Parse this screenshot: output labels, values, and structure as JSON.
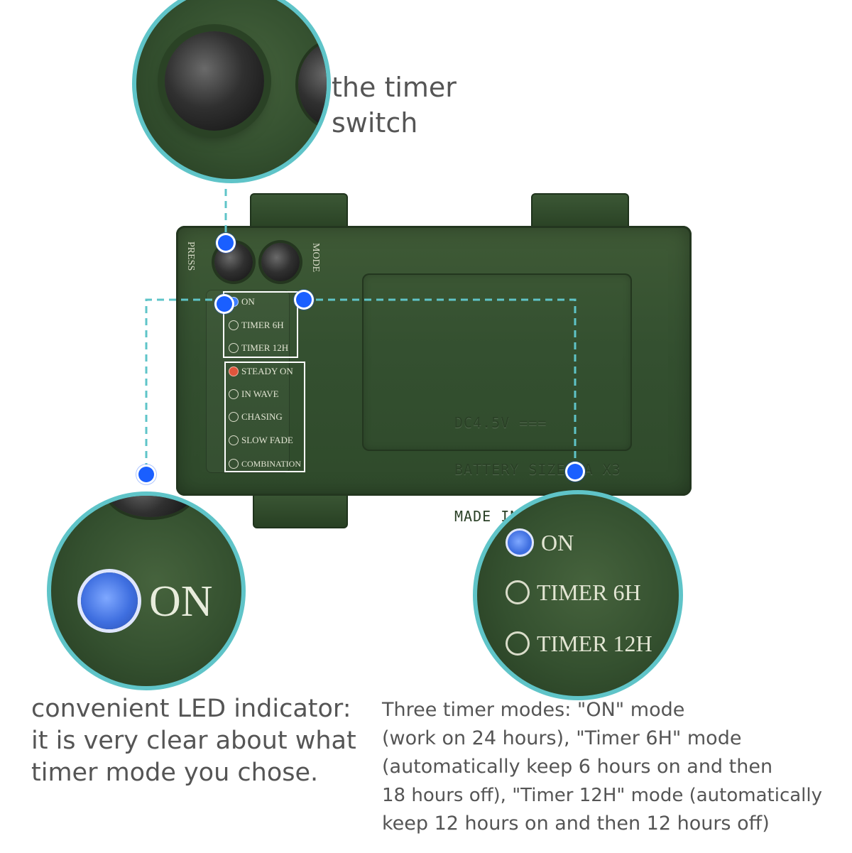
{
  "captions": {
    "timer_switch": [
      "the timer",
      "switch"
    ],
    "led_indicator": [
      "convenient LED indicator:",
      "it is very clear about what",
      "timer mode you chose."
    ],
    "timer_modes": [
      "Three timer modes: \"ON\" mode",
      "(work on 24 hours), \"Timer 6H\" mode",
      "(automatically keep 6 hours on and then",
      "18 hours off), \"Timer 12H\" mode (automatically",
      "keep 12 hours on and then 12 hours off)"
    ]
  },
  "device": {
    "button_labels": {
      "press": "PRESS",
      "mode": "MODE"
    },
    "timer_leds": [
      {
        "label": "ON",
        "color": "#3f7fff",
        "lit": true
      },
      {
        "label": "TIMER 6H",
        "color": "",
        "lit": false
      },
      {
        "label": "TIMER 12H",
        "color": "",
        "lit": false
      }
    ],
    "mode_leds": [
      {
        "label": "STEADY ON",
        "color": "#e0553c",
        "lit": true
      },
      {
        "label": "IN WAVE",
        "color": "",
        "lit": false
      },
      {
        "label": "CHASING",
        "color": "",
        "lit": false
      },
      {
        "label": "SLOW FADE",
        "color": "",
        "lit": false
      },
      {
        "label": "COMBINATION",
        "color": "",
        "lit": false
      }
    ],
    "imprint": [
      "DC4.5V ===",
      "BATTERY SIZE:AA X3",
      "MADE IN CHINA"
    ]
  },
  "zoom_led": {
    "label": "ON"
  },
  "zoom_timer": {
    "items": [
      {
        "label": "ON",
        "lit": true
      },
      {
        "label": "TIMER 6H",
        "lit": false
      },
      {
        "label": "TIMER 12H",
        "lit": false
      }
    ]
  },
  "colors": {
    "callout_line": "#5fc4c8",
    "marker_dot": "#1a5fff",
    "caption_text": "#555555",
    "device_green": "#345030"
  },
  "icons": [
    "power-button-icon",
    "mode-button-icon",
    "led-indicator-icon"
  ]
}
